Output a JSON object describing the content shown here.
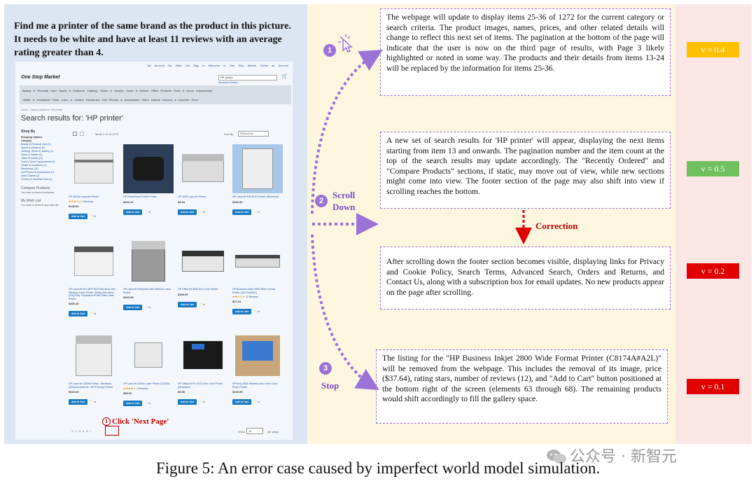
{
  "task": "Find me a printer of the same brand as the product in this picture. It needs to be white and have at least 11 reviews with an average rating greater than 4.",
  "shop": {
    "toplinks": "My Account   My Wish List   Sign In   Welcome to One Stop Market   Create an Account",
    "logo": "One Stop Market",
    "search_value": "HP printer",
    "advanced_search": "Advanced Search",
    "menu_row1": "Beauty & Personal Care   Sports & Outdoors   Clothing, Shoes & Jewelry   Home & Kitchen   Office Products   Tools & Home Improvement",
    "menu_row2": "Health & Household   Patio, Lawn & Garden   Electronics   Cell Phones & Accessories   Video Games   Grocery & Gourmet Food",
    "breadcrumbs": "Home  >  Search results for: 'HP printer'",
    "results_title": "Search results for: 'HP printer'",
    "sidebar": {
      "shop_by": "Shop By",
      "shopping_options": "Shopping Options",
      "category": "Category",
      "categories": [
        "Beauty & Personal Care (1)",
        "Sports & Outdoors (1)",
        "Clothing, Shoes & Jewelry (1)",
        "Home & Kitchen (2)",
        "Office Products (41)",
        "Tools & Home Improvement (1)",
        "Health & Household (1)",
        "Electronics (13)",
        "Cell Phones & Accessories (1)",
        "Video Games (2)",
        "Grocery & Gourmet Food (1)"
      ],
      "compare": "Compare Products",
      "compare_note": "You have no items to compare.",
      "wishlist": "My Wish List",
      "wishlist_note": "You have no items in your wish list."
    },
    "toolbar": {
      "count": "Items 1-12 of 1272",
      "sort_label": "Sort By",
      "sort_value": "Relevance"
    },
    "products": [
      {
        "name": "HP M415n LaserJet Printer",
        "stars": "★★★☆☆",
        "reviews": "4 Reviews",
        "price": "$145.00",
        "cart": "Add to Cart"
      },
      {
        "name": "HP PhotoSmart P1000 Printer",
        "stars": "",
        "reviews": "",
        "price": "$264.10",
        "cart": "Add to Cart"
      },
      {
        "name": "HP 4000 LaserJet Printer",
        "stars": "",
        "reviews": "",
        "price": "$9.54",
        "cart": "Add to Cart"
      },
      {
        "name": "HP LaserJet P4015TN Printer (Renewed)",
        "stars": "",
        "reviews": "",
        "price": "$460.00",
        "cart": "Add to Cart"
      },
      {
        "name": "HP LaserJet Pro MFP M227fdw All-in-One Wireless Laser Printer, Works with Alexa (G3Q75A). Replaces HP M227fdw Laser Printer",
        "stars": "",
        "reviews": "",
        "price": "$406.40",
        "cart": "Add to Cart"
      },
      {
        "name": "HP LaserJet Enterprise 600 M602dn Laser Printer",
        "stars": "",
        "reviews": "",
        "price": "$403.99",
        "cart": "Add to Cart"
      },
      {
        "name": "HP OfficeJet 6500 All-in-One Printer",
        "stars": "",
        "reviews": "",
        "price": "$409.99",
        "cart": "Add to Cart"
      },
      {
        "name": "HP Business Inkjet 2800 Wide Format Printer (C8174A#A2L)",
        "stars": "★★☆☆☆",
        "reviews": "12 Reviews",
        "price": "$37.64",
        "cart": "Add to Cart"
      },
      {
        "name": "HP LaserJet 4250N Printer - Renewed (Q5401A Q5401A - MPS Ready Printer)",
        "stars": "",
        "reviews": "",
        "price": "$320.00",
        "cart": "Add to Cart"
      },
      {
        "name": "HP LaserJet 3200n Laser Printer Q2420A",
        "stars": "★★★★☆",
        "reviews": "2 Reviews",
        "price": "$65.00",
        "cart": "Add to Cart"
      },
      {
        "name": "HP OfficeJet Pro 8710 All-in-One Printer (Renewed)",
        "stars": "",
        "reviews": "",
        "price": "$5.95",
        "cart": "Add to Cart"
      },
      {
        "name": "HP Envy 5530 Wireless All-in-One Color Photo Printer",
        "stars": "",
        "reviews": "",
        "price": "$419.99",
        "cart": "Add to Cart"
      }
    ],
    "pager": "1  2  3  4  5     ›",
    "show_label": "Show",
    "show_value": "12",
    "per_page": "per page"
  },
  "click_label": "Click 'Next Page'",
  "click_num": "1",
  "steps": [
    {
      "num": "1",
      "label": ""
    },
    {
      "num": "2",
      "label": "Scroll Down"
    },
    {
      "num": "3",
      "label": "Stop"
    }
  ],
  "boxes": [
    "The webpage will update to display items 25-36 of 1272 for the current category or search criteria. The product images, names, prices, and other related details will change to reflect this next set of items. The pagination at the bottom of the page will indicate that the user is now on the third page of results, with Page 3 likely highlighted or noted in some way. The products and their details from items 13-24 will be replaced by the information for items 25-36.",
    "A new set of search results for 'HP printer' will appear, displaying the next items starting from item 13 and onwards. The pagination number and the item count at the top of the search results may update accordingly. The \"Recently Ordered\" and \"Compare Products\" sections, if static, may move out of view, while new sections might come into view. The footer section of the page may also shift into view if scrolling reaches the bottom.",
    "After scrolling down the footer section becomes visible, displaying links for Privacy and Cookie Policy, Search Terms, Advanced Search, Orders and Returns, and Contact Us, along with a subscription box for email updates.  No new products appear on the page after scrolling.",
    "The listing for the \"HP Business Inkjet 2800 Wide Format Printer (C8174A#A2L)\" will be removed from the webpage. This includes the removal of its image, price ($37.64), rating stars, number of reviews (12), and \"Add to Cart\" button positioned at the bottom right of the screen (elements 63 through 68). The remaining products would shift accordingly to fill the gallery space."
  ],
  "correction": "Correction",
  "values": [
    {
      "text": "v = 0.4",
      "color": "#ffc000"
    },
    {
      "text": "v = 0.5",
      "color": "#70c060"
    },
    {
      "text": "v = 0.2",
      "color": "#e00000"
    },
    {
      "text": "v = 0.1",
      "color": "#e00000"
    }
  ],
  "caption": "Figure 5: An error case caused by imperfect world model simulation.",
  "watermark": "公众号 · 新智元"
}
